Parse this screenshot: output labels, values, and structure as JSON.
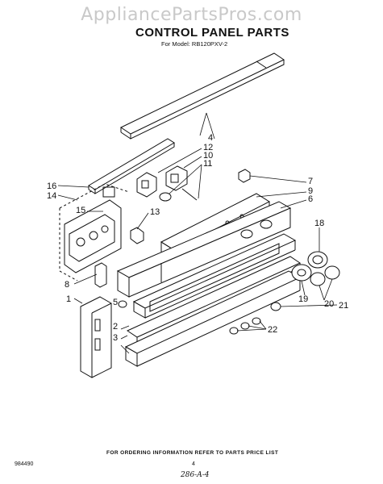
{
  "watermark": "AppliancePartsPros.com",
  "title": "CONTROL PANEL PARTS",
  "model": "For Model: RB120PXV-2",
  "callouts": {
    "c1": "1",
    "c2": "2",
    "c3": "3",
    "c4": "4",
    "c5": "5",
    "c6": "6",
    "c7": "7",
    "c8": "8",
    "c9": "9",
    "c10": "10",
    "c11": "11",
    "c12": "12",
    "c13": "13",
    "c14": "14",
    "c15": "15",
    "c16": "16",
    "c18": "18",
    "c19": "19",
    "c20": "20",
    "c21": "21",
    "c22": "22"
  },
  "footer_note": "FOR ORDERING INFORMATION REFER TO PARTS PRICE LIST",
  "doc_number": "984490",
  "page_number": "4",
  "handwritten_note": "286-A-4"
}
